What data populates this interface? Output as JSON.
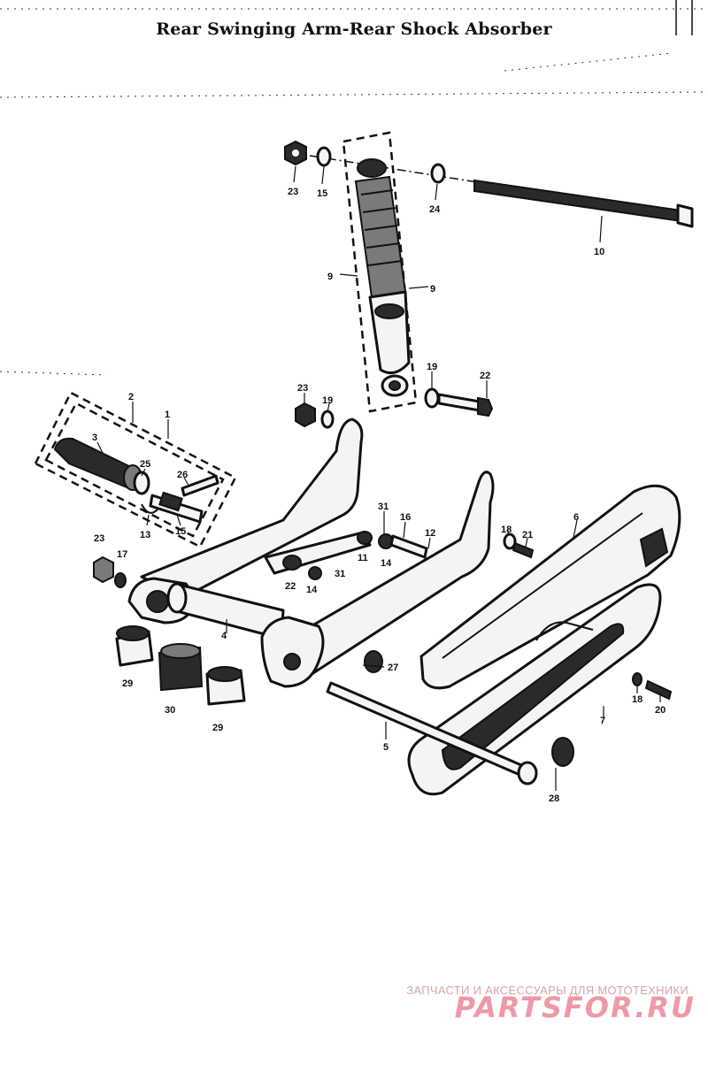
{
  "title": "Rear Swinging Arm-Rear Shock Absorber",
  "watermark": {
    "line1": "ЗАПЧАСТИ И АКСЕССУАРЫ ДЛЯ МОТОТЕХНИКИ",
    "line2": "PARTSFOR.RU"
  },
  "callouts": {
    "c23a": "23",
    "c15a": "15",
    "c24": "24",
    "c10": "10",
    "c9a": "9",
    "c9b": "9",
    "c23b": "23",
    "c19a": "19",
    "c19b": "19",
    "c22a": "22",
    "c2": "2",
    "c1": "1",
    "c3": "3",
    "c25": "25",
    "c26": "26",
    "c13": "13",
    "c15b": "15",
    "c23c": "23",
    "c17": "17",
    "c22b": "22",
    "c14a": "14",
    "c31a": "31",
    "c31b": "31",
    "c16": "16",
    "c11": "11",
    "c14b": "14",
    "c12": "12",
    "c18a": "18",
    "c21": "21",
    "c6": "6",
    "c4": "4",
    "c27": "27",
    "c29a": "29",
    "c30": "30",
    "c29b": "29",
    "c5": "5",
    "c7": "7",
    "c18b": "18",
    "c20": "20",
    "c28": "28"
  }
}
